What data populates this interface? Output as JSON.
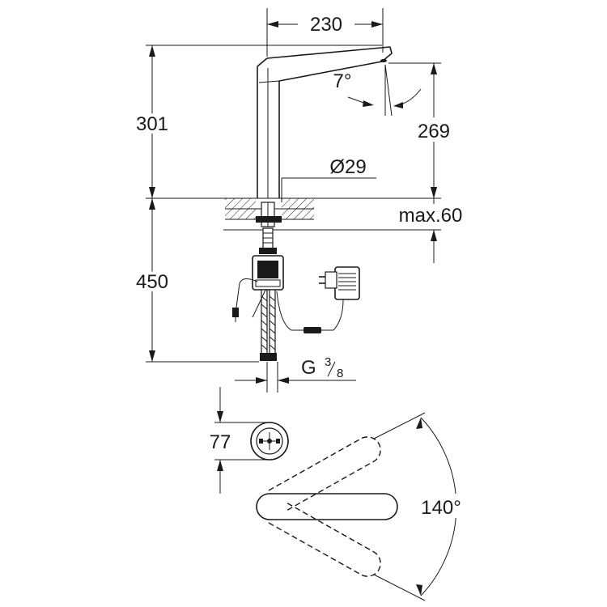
{
  "dimensions": {
    "spout_reach": "230",
    "total_height": "301",
    "spout_angle": "7°",
    "spout_height": "269",
    "base_diameter": "Ø29",
    "max_deck_thickness": "max.60",
    "supply_length": "450",
    "thread_prefix": "G",
    "thread_numerator": "3",
    "thread_denominator": "8",
    "base_width": "77",
    "swivel_angle": "140°"
  }
}
